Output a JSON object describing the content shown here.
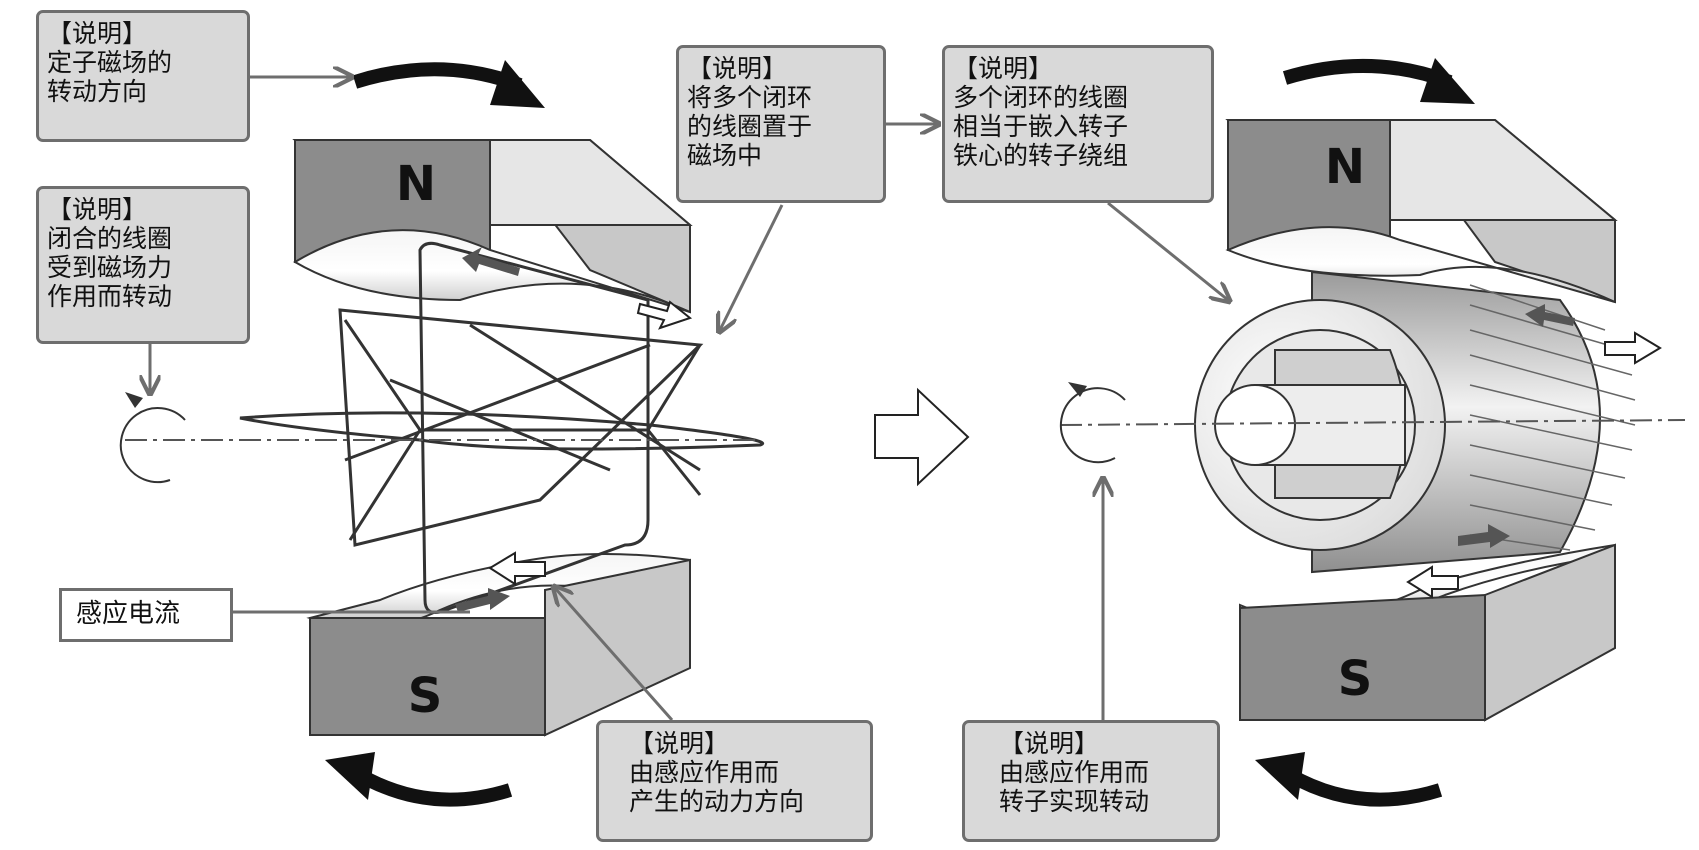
{
  "notes": {
    "stator_direction": {
      "title": "【说明】",
      "lines": [
        "定子磁场的",
        "转动方向"
      ]
    },
    "coil_force": {
      "title": "【说明】",
      "lines": [
        "闭合的线圈",
        "受到磁场力",
        "作用而转动"
      ]
    },
    "coils_in_field": {
      "title": "【说明】",
      "lines": [
        "将多个闭环",
        "的线圈置于",
        "磁场中"
      ]
    },
    "rotor_winding": {
      "title": "【说明】",
      "lines": [
        "多个闭环的线圈",
        "相当于嵌入转子",
        "铁心的转子绕组"
      ]
    },
    "force_direction": {
      "title": "【说明】",
      "lines": [
        "由感应作用而",
        "产生的动力方向"
      ]
    },
    "rotor_rotation": {
      "title": "【说明】",
      "lines": [
        "由感应作用而",
        "转子实现转动"
      ]
    }
  },
  "induced_current_label": "感应电流",
  "left_magnet": {
    "north_label": "N",
    "south_label": "S"
  },
  "right_magnet": {
    "north_label": "N",
    "south_label": "S"
  },
  "colors": {
    "note_fill": "#d9d9d9",
    "note_border": "#6e6e6e",
    "magnet_dark": "#8c8c8c",
    "magnet_light": "#c8c8c8",
    "arrow": "#111111"
  }
}
